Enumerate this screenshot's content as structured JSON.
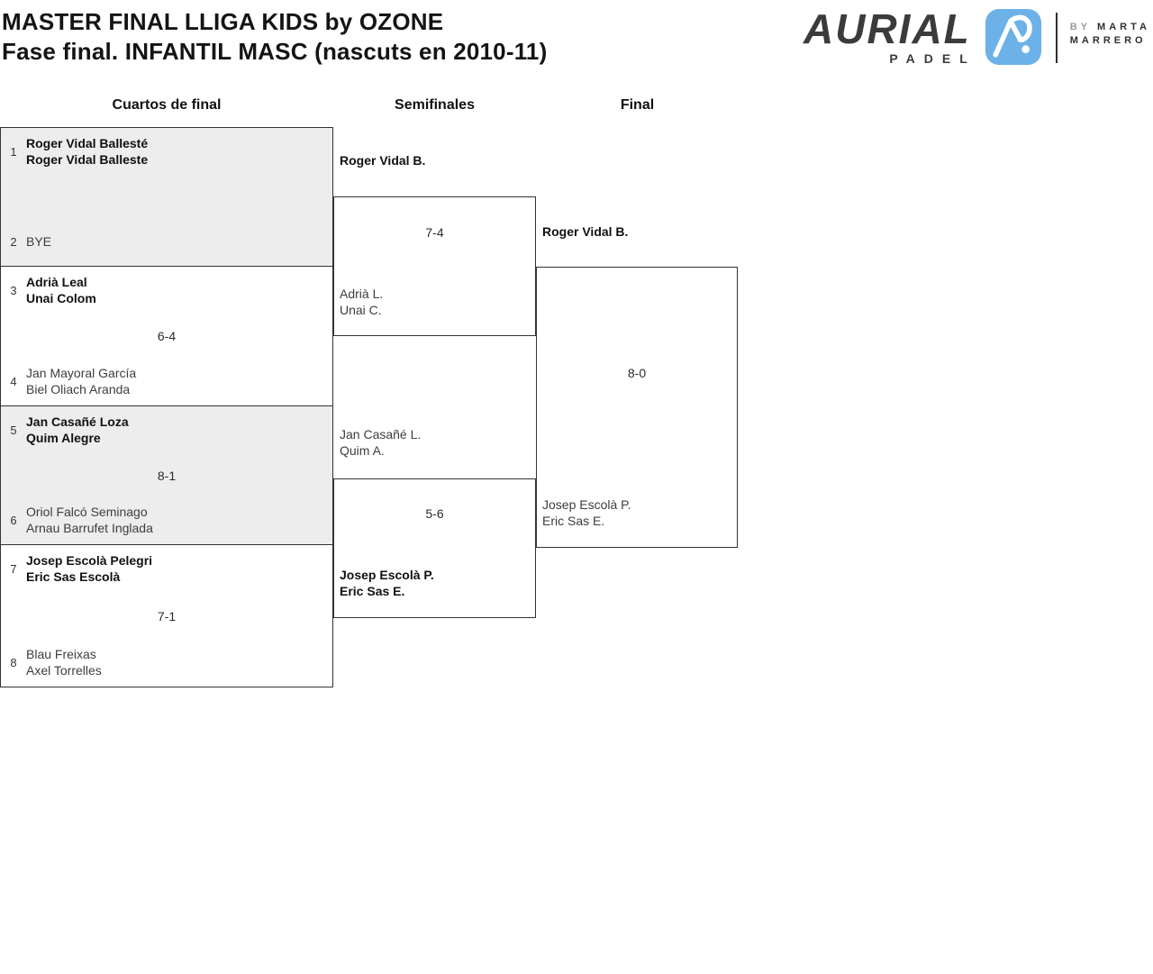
{
  "header": {
    "title_line1": "MASTER FINAL LLIGA KIDS by OZONE",
    "title_line2": "Fase final. INFANTIL MASC (nascuts en 2010-11)",
    "logo": {
      "brand": "AURIAL",
      "sub": "PADEL",
      "by_prefix": "BY",
      "by_name_line1": "MARTA",
      "by_name_line2": "MARRERO",
      "icon_color": "#6CB2E8"
    }
  },
  "columns": {
    "round1": "Cuartos de final",
    "round2": "Semifinales",
    "round3": "Final"
  },
  "colors": {
    "block_gray": "#ededed",
    "border": "#333333",
    "icon_blue": "#6CB2E8"
  },
  "bracket": {
    "quarterfinals": [
      {
        "seed_top": "1",
        "team_top": [
          "Roger Vidal Ballesté",
          "Roger Vidal Balleste"
        ],
        "top_winner": true,
        "score": "",
        "seed_bottom": "2",
        "team_bottom": [
          "BYE"
        ],
        "bottom_winner": false
      },
      {
        "seed_top": "3",
        "team_top": [
          "Adrià Leal",
          "Unai Colom"
        ],
        "top_winner": true,
        "score": "6-4",
        "seed_bottom": "4",
        "team_bottom": [
          "Jan Mayoral García",
          "Biel Oliach Aranda"
        ],
        "bottom_winner": false
      },
      {
        "seed_top": "5",
        "team_top": [
          "Jan Casañé Loza",
          "Quim Alegre"
        ],
        "top_winner": true,
        "score": "8-1",
        "seed_bottom": "6",
        "team_bottom": [
          "Oriol Falcó Seminago",
          "Arnau Barrufet Inglada"
        ],
        "bottom_winner": false
      },
      {
        "seed_top": "7",
        "team_top": [
          "Josep Escolà Pelegri",
          "Eric Sas Escolà"
        ],
        "top_winner": true,
        "score": "7-1",
        "seed_bottom": "8",
        "team_bottom": [
          "Blau Freixas",
          "Axel Torrelles"
        ],
        "bottom_winner": false
      }
    ],
    "semifinals": [
      {
        "team_top": [
          "Roger Vidal B."
        ],
        "top_winner": true,
        "score": "7-4",
        "team_bottom": [
          "Adrià L.",
          "Unai C."
        ],
        "bottom_winner": false
      },
      {
        "team_top": [
          "Jan Casañé L.",
          "Quim A."
        ],
        "top_winner": false,
        "score": "5-6",
        "team_bottom": [
          "Josep Escolà P.",
          "Eric Sas E."
        ],
        "bottom_winner": true
      }
    ],
    "final": {
      "team_top": [
        "Roger Vidal B."
      ],
      "top_winner": true,
      "score": "8-0",
      "team_bottom": [
        "Josep Escolà P.",
        "Eric Sas E."
      ],
      "bottom_winner": false
    }
  }
}
